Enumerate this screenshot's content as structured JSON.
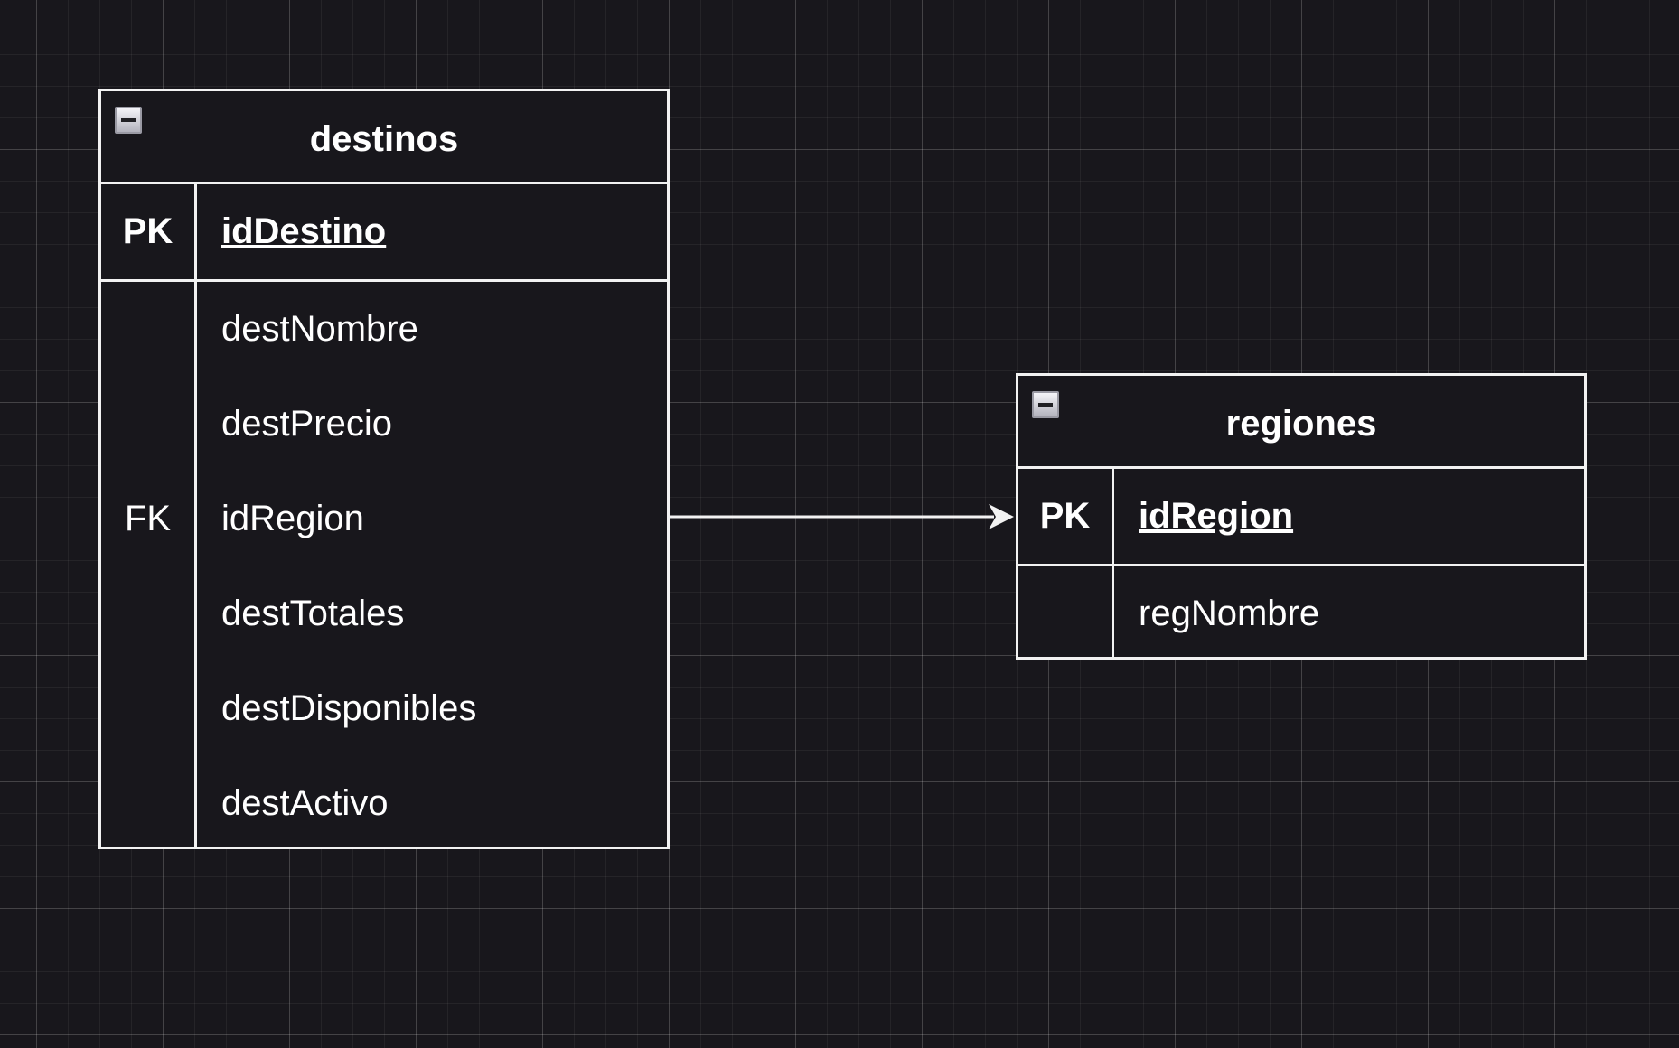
{
  "diagram": {
    "entities": [
      {
        "name": "destinos",
        "pk": {
          "key": "PK",
          "field": "idDestino"
        },
        "attributes": [
          {
            "key": "",
            "field": "destNombre"
          },
          {
            "key": "",
            "field": "destPrecio"
          },
          {
            "key": "FK",
            "field": "idRegion"
          },
          {
            "key": "",
            "field": "destTotales"
          },
          {
            "key": "",
            "field": "destDisponibles"
          },
          {
            "key": "",
            "field": "destActivo"
          }
        ]
      },
      {
        "name": "regiones",
        "pk": {
          "key": "PK",
          "field": "idRegion"
        },
        "attributes": [
          {
            "key": "",
            "field": "regNombre"
          }
        ]
      }
    ],
    "colors": {
      "background": "#18171c",
      "border": "#f2f2f2",
      "text": "#ffffff",
      "grid": "#3a3a40"
    }
  }
}
